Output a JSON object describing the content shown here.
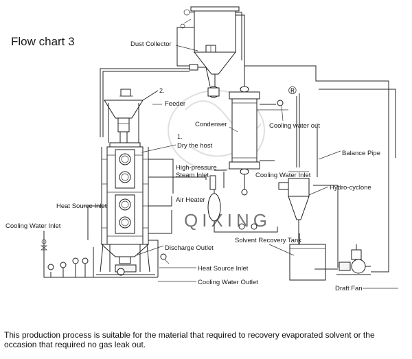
{
  "title": "Flow chart 3",
  "labels": {
    "dust_collector": "Dust Collector",
    "feeder_num": "2.",
    "feeder": "Feeder",
    "condenser": "Condenser",
    "cooling_water_out": "Cooling water out",
    "dry_host_num": "1.",
    "dry_host": "Dry the host",
    "balance_pipe": "Balance Pipe",
    "hp_steam_1": "High-pressure",
    "hp_steam_2": "Steam Inlet",
    "cooling_water_inlet_right": "Cooling Water Inlet",
    "hydro_cyclone": "Hydro-cyclone",
    "air_heater": "Air Heater",
    "heat_source_inlet_left": "Heat Source Inlet",
    "cooling_water_inlet_left": "Cooling Water Inlet",
    "solvent_recovery_tank": "Solvent Recovery Tank",
    "discharge_outlet": "Discharge Outlet",
    "heat_source_inlet_bottom": "Heat Source Inlet",
    "cooling_water_outlet": "Cooling Water Outlet",
    "draft_fan": "Draft Fan"
  },
  "watermark": "QIXING",
  "registered_mark": "®",
  "caption": "This production process is suitable for the material that required to recovery evaporated solvent or the occasion that required no gas leak out."
}
